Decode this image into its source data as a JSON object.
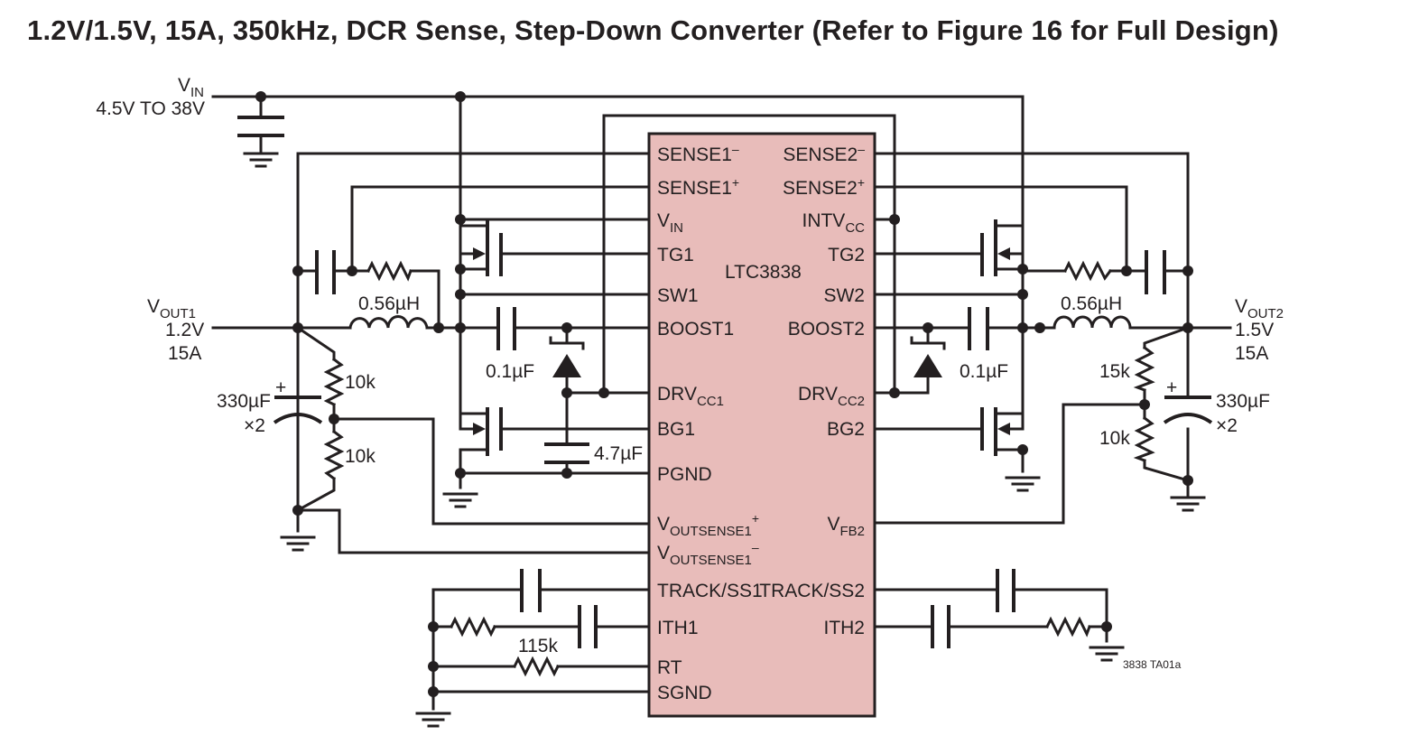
{
  "title": "1.2V/1.5V, 15A, 350kHz, DCR Sense, Step-Down Converter (Refer to Figure 16 for Full Design)",
  "ic": {
    "name": "LTC3838",
    "fill": "#e8bcba",
    "left_pins": {
      "sense1_minus": {
        "base": "SENSE1",
        "sup": "–"
      },
      "sense1_plus": {
        "base": "SENSE1",
        "sup": "+"
      },
      "vin": {
        "base": "V",
        "sub": "IN"
      },
      "tg1": "TG1",
      "sw1": "SW1",
      "boost1": "BOOST1",
      "drvcc1": {
        "base": "DRV",
        "sub": "CC1"
      },
      "bg1": "BG1",
      "pgnd": "PGND",
      "voutsense1_plus": {
        "base": "V",
        "sub": "OUTSENSE1",
        "sup": "+"
      },
      "voutsense1_minus": {
        "base": "V",
        "sub": "OUTSENSE1",
        "sup": "–"
      },
      "track_ss1": "TRACK/SS1",
      "ith1": "ITH1",
      "rt": "RT",
      "sgnd": "SGND"
    },
    "right_pins": {
      "sense2_minus": {
        "base": "SENSE2",
        "sup": "–"
      },
      "sense2_plus": {
        "base": "SENSE2",
        "sup": "+"
      },
      "intvcc": {
        "base": "INTV",
        "sub": "CC"
      },
      "tg2": "TG2",
      "sw2": "SW2",
      "boost2": "BOOST2",
      "drvcc2": {
        "base": "DRV",
        "sub": "CC2"
      },
      "bg2": "BG2",
      "vfb2": {
        "base": "V",
        "sub": "FB2"
      },
      "track_ss2": "TRACK/SS2",
      "ith2": "ITH2"
    }
  },
  "labels": {
    "vin": {
      "base": "V",
      "sub": "IN"
    },
    "vin_range": "4.5V TO 38V",
    "vout1": {
      "base": "V",
      "sub": "OUT1"
    },
    "vout1_voltage": "1.2V",
    "vout1_current": "15A",
    "vout2": {
      "base": "V",
      "sub": "OUT2"
    },
    "vout2_voltage": "1.5V",
    "vout2_current": "15A",
    "inductor1": "0.56µH",
    "inductor2": "0.56µH",
    "boost_cap1": "0.1µF",
    "boost_cap2": "0.1µF",
    "drvcc_cap": "4.7µF",
    "r_top1": "10k",
    "r_bot1": "10k",
    "r_top2": "15k",
    "r_bot2": "10k",
    "cout1": "330µF",
    "cout1_mult": "×2",
    "cout2": "330µF",
    "cout2_mult": "×2",
    "cap_plus": "+",
    "rt_res": "115k",
    "figure_code": "3838 TA01a"
  }
}
